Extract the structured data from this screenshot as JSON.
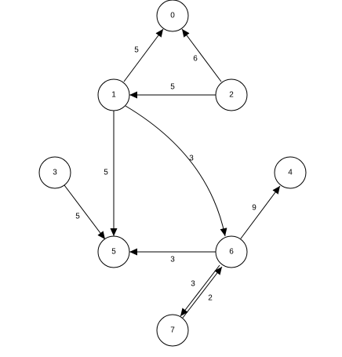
{
  "graph": {
    "colors": {
      "stroke": "#000000",
      "node_fill": "#ffffff",
      "background": "#ffffff"
    },
    "nodes": [
      {
        "id": "n0",
        "label": "0"
      },
      {
        "id": "n1",
        "label": "1"
      },
      {
        "id": "n2",
        "label": "2"
      },
      {
        "id": "n3",
        "label": "3"
      },
      {
        "id": "n4",
        "label": "4"
      },
      {
        "id": "n5",
        "label": "5"
      },
      {
        "id": "n6",
        "label": "6"
      },
      {
        "id": "n7",
        "label": "7"
      }
    ],
    "edges": [
      {
        "from": "1",
        "to": "0",
        "weight": "5"
      },
      {
        "from": "2",
        "to": "0",
        "weight": "6"
      },
      {
        "from": "2",
        "to": "1",
        "weight": "5"
      },
      {
        "from": "1",
        "to": "5",
        "weight": "5"
      },
      {
        "from": "1",
        "to": "6",
        "weight": "3"
      },
      {
        "from": "3",
        "to": "5",
        "weight": "5"
      },
      {
        "from": "6",
        "to": "4",
        "weight": "9"
      },
      {
        "from": "6",
        "to": "5",
        "weight": "3"
      },
      {
        "from": "6",
        "to": "7",
        "weight": "3"
      },
      {
        "from": "7",
        "to": "6",
        "weight": "2"
      }
    ]
  }
}
